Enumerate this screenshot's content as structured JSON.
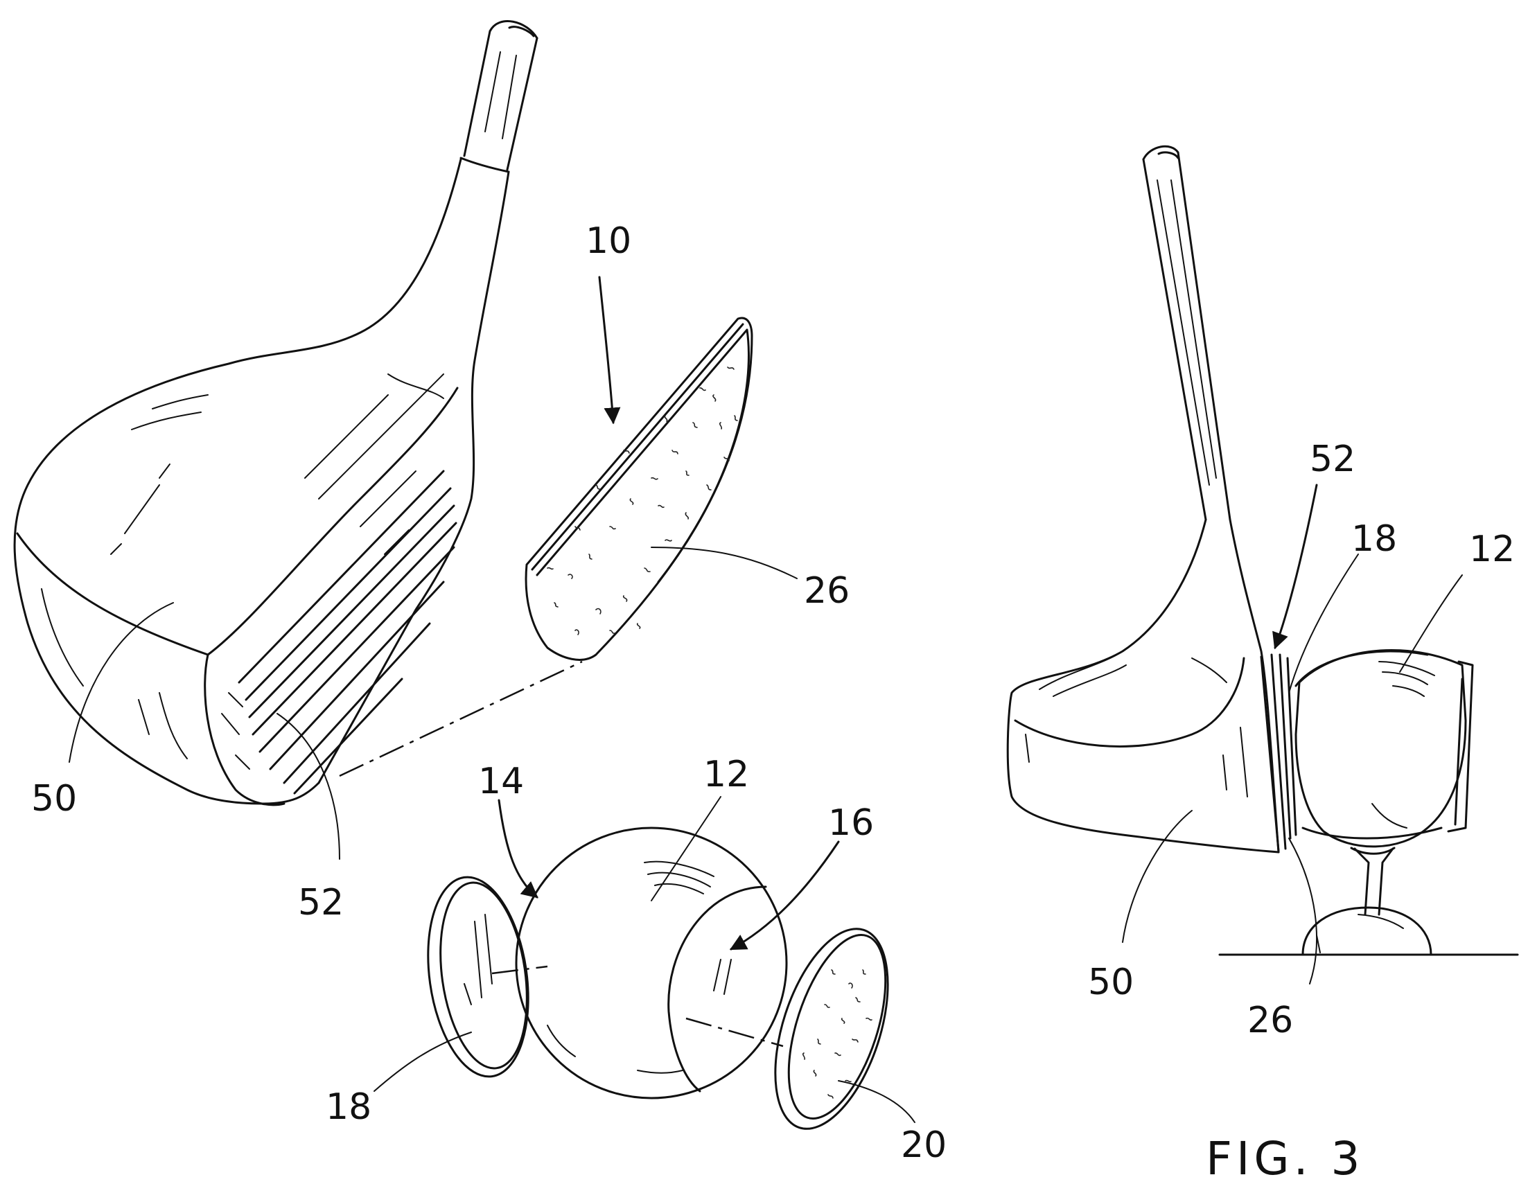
{
  "figure": {
    "caption": "FIG. 3"
  },
  "labels": {
    "l10": "10",
    "l26": "26",
    "l50_left": "50",
    "l52_left": "52",
    "l14": "14",
    "l12_center": "12",
    "l16": "16",
    "l18_left": "18",
    "l20": "20",
    "l52_right": "52",
    "l18_right": "18",
    "l12_right": "12",
    "l50_right": "50",
    "l26_right": "26"
  },
  "colors": {
    "ink": "#111111",
    "paper": "#ffffff"
  }
}
